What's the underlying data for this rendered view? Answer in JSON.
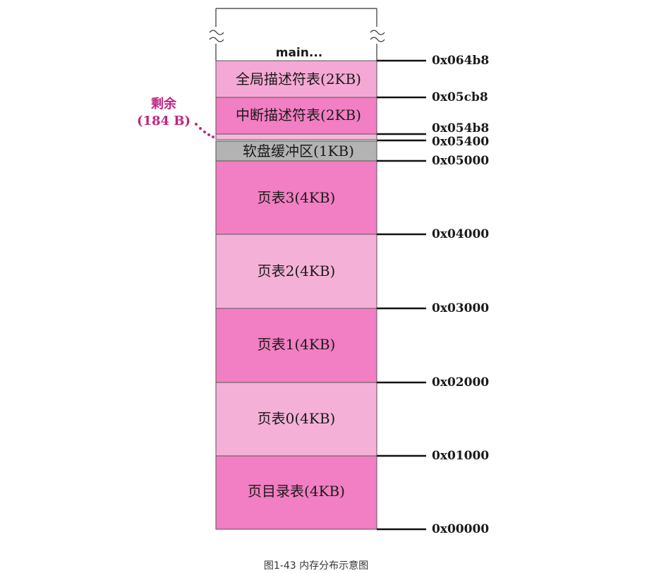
{
  "main_label": "main...",
  "remaining": {
    "line1": "剩余",
    "line2": "(184 B)"
  },
  "blocks": [
    {
      "label": "全局描述符表(2KB)",
      "color": "#f5a8d5"
    },
    {
      "label": "中断描述符表(2KB)",
      "color": "#f27ec3"
    },
    {
      "label": "",
      "color": "#f5b8db"
    },
    {
      "label": "软盘缓冲区(1KB)",
      "color": "#b3b3b3"
    },
    {
      "label": "页表3(4KB)",
      "color": "#f27ec3"
    },
    {
      "label": "页表2(4KB)",
      "color": "#f5b0d8"
    },
    {
      "label": "页表1(4KB)",
      "color": "#f27ec3"
    },
    {
      "label": "页表0(4KB)",
      "color": "#f5b0d8"
    },
    {
      "label": "页目录表(4KB)",
      "color": "#f27ec3"
    }
  ],
  "addresses": [
    "0x064b8",
    "0x05cb8",
    "0x054b8",
    "0x05400",
    "0x05000",
    "0x04000",
    "0x03000",
    "0x02000",
    "0x01000",
    "0x00000"
  ],
  "caption": "图1-43 内存分布示意图"
}
